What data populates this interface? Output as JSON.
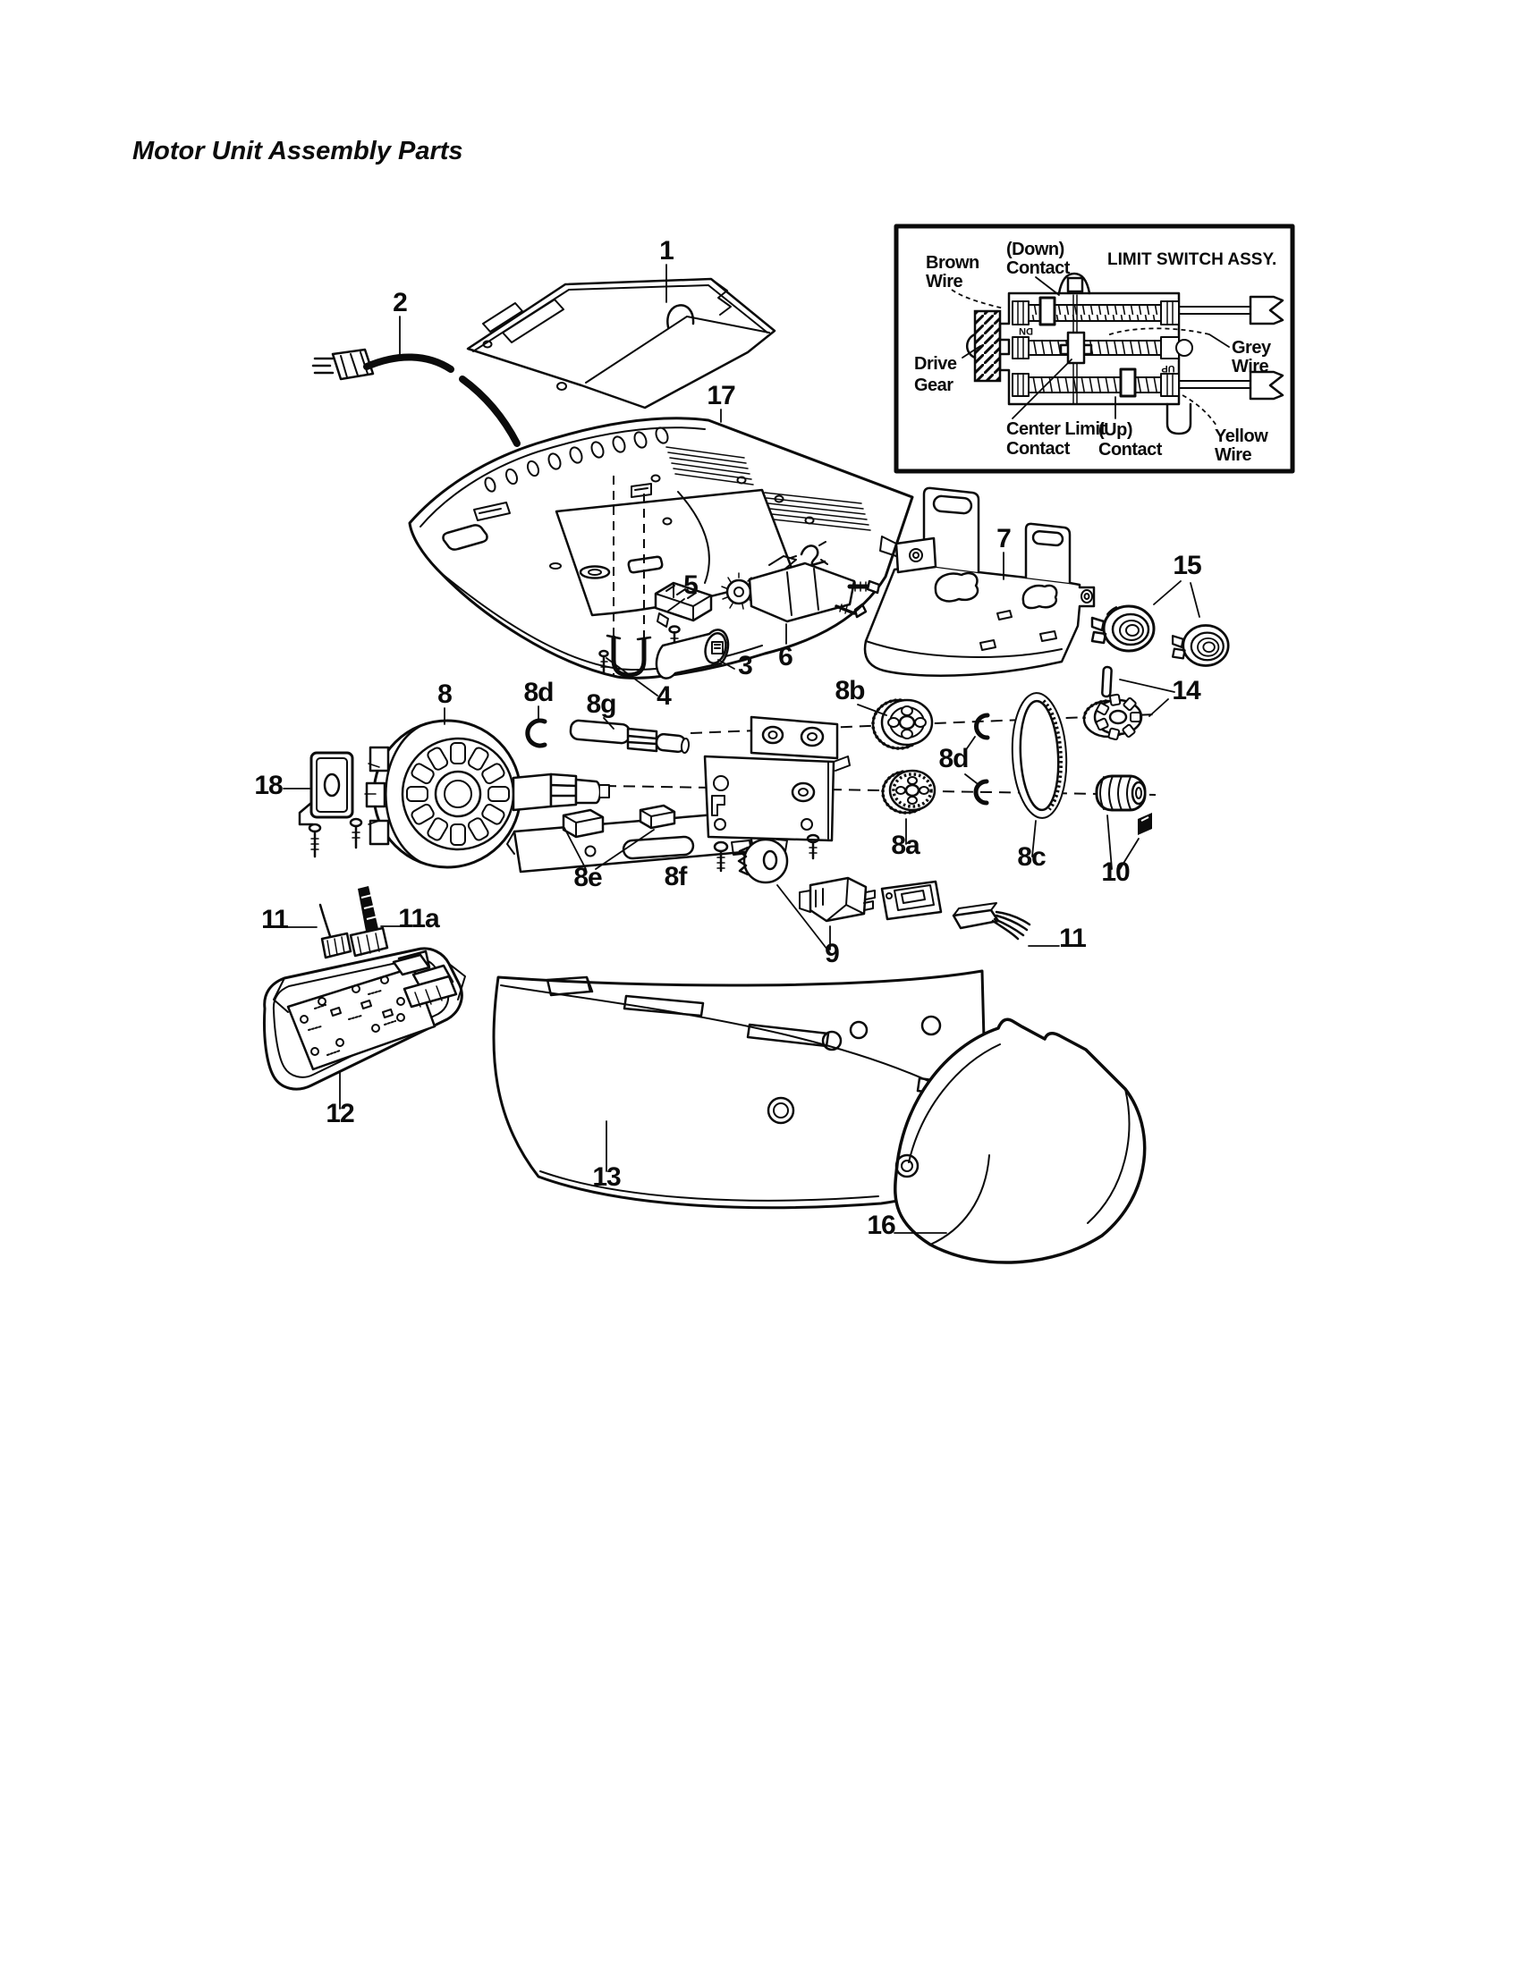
{
  "page": {
    "title": "Motor Unit Assembly Parts"
  },
  "inset": {
    "title": "LIMIT SWITCH ASSY.",
    "labels": {
      "brown_wire": [
        "Brown",
        "Wire"
      ],
      "down_contact": [
        "(Down)",
        "Contact"
      ],
      "grey_wire": [
        "Grey",
        "Wire"
      ],
      "drive_gear": [
        "Drive",
        "Gear"
      ],
      "center_limit_contact": [
        "Center Limit",
        "Contact"
      ],
      "up_contact": [
        "(Up)",
        "Contact"
      ],
      "yellow_wire": [
        "Yellow",
        "Wire"
      ],
      "dn_marking": "DN",
      "up_marking": "UP"
    }
  },
  "callouts": [
    {
      "label": "1"
    },
    {
      "label": "2"
    },
    {
      "label": "17"
    },
    {
      "label": "7"
    },
    {
      "label": "15"
    },
    {
      "label": "5"
    },
    {
      "label": "6"
    },
    {
      "label": "3"
    },
    {
      "label": "4"
    },
    {
      "label": "8"
    },
    {
      "label": "8d"
    },
    {
      "label": "8g"
    },
    {
      "label": "8b"
    },
    {
      "label": "14"
    },
    {
      "label": "18"
    },
    {
      "label": "8d"
    },
    {
      "label": "8a"
    },
    {
      "label": "8c"
    },
    {
      "label": "10"
    },
    {
      "label": "8e"
    },
    {
      "label": "8f"
    },
    {
      "label": "9"
    },
    {
      "label": "11"
    },
    {
      "label": "11a"
    },
    {
      "label": "11"
    },
    {
      "label": "12"
    },
    {
      "label": "13"
    },
    {
      "label": "16"
    }
  ]
}
